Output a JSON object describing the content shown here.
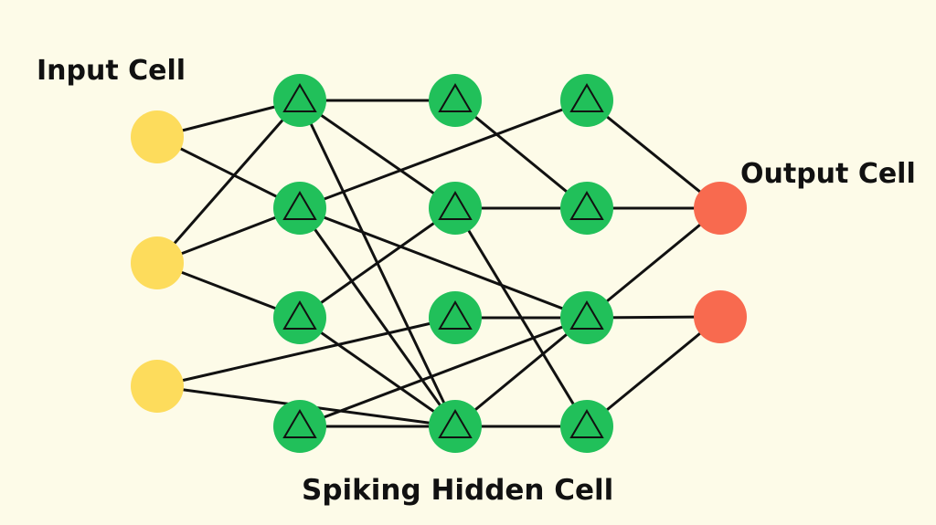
{
  "labels": {
    "input": "Input Cell",
    "output": "Output Cell",
    "hidden": "Spiking Hidden Cell"
  },
  "colors": {
    "background": "#fdfbe8",
    "input_cell": "#fddc5c",
    "hidden_cell": "#21c05a",
    "output_cell": "#f86a4f",
    "connection": "#111111"
  },
  "layers": [
    {
      "type": "input",
      "count": 3
    },
    {
      "type": "hidden",
      "count": 4
    },
    {
      "type": "hidden",
      "count": 4
    },
    {
      "type": "hidden",
      "count": 4
    },
    {
      "type": "output",
      "count": 2
    }
  ],
  "connections": [
    [
      "in-1",
      "h1-1"
    ],
    [
      "in-1",
      "h1-2"
    ],
    [
      "in-2",
      "h1-1"
    ],
    [
      "in-2",
      "h1-2"
    ],
    [
      "in-2",
      "h1-3"
    ],
    [
      "in-3",
      "h2-3"
    ],
    [
      "in-3",
      "h2-4"
    ],
    [
      "h1-1",
      "h2-1"
    ],
    [
      "h1-1",
      "h2-2"
    ],
    [
      "h1-1",
      "h2-4"
    ],
    [
      "h1-2",
      "h3-1"
    ],
    [
      "h1-2",
      "h3-3"
    ],
    [
      "h1-2",
      "h2-4"
    ],
    [
      "h1-3",
      "h2-2"
    ],
    [
      "h1-3",
      "h2-4"
    ],
    [
      "h1-4",
      "h2-4"
    ],
    [
      "h1-4",
      "h3-3"
    ],
    [
      "h2-1",
      "h3-2"
    ],
    [
      "h2-2",
      "h3-2"
    ],
    [
      "h2-2",
      "h3-4"
    ],
    [
      "h2-3",
      "h3-3"
    ],
    [
      "h2-4",
      "h3-3"
    ],
    [
      "h2-4",
      "h3-4"
    ],
    [
      "h3-1",
      "out-1"
    ],
    [
      "h3-2",
      "out-1"
    ],
    [
      "h3-3",
      "out-1"
    ],
    [
      "h3-3",
      "out-2"
    ],
    [
      "h3-4",
      "out-2"
    ]
  ]
}
